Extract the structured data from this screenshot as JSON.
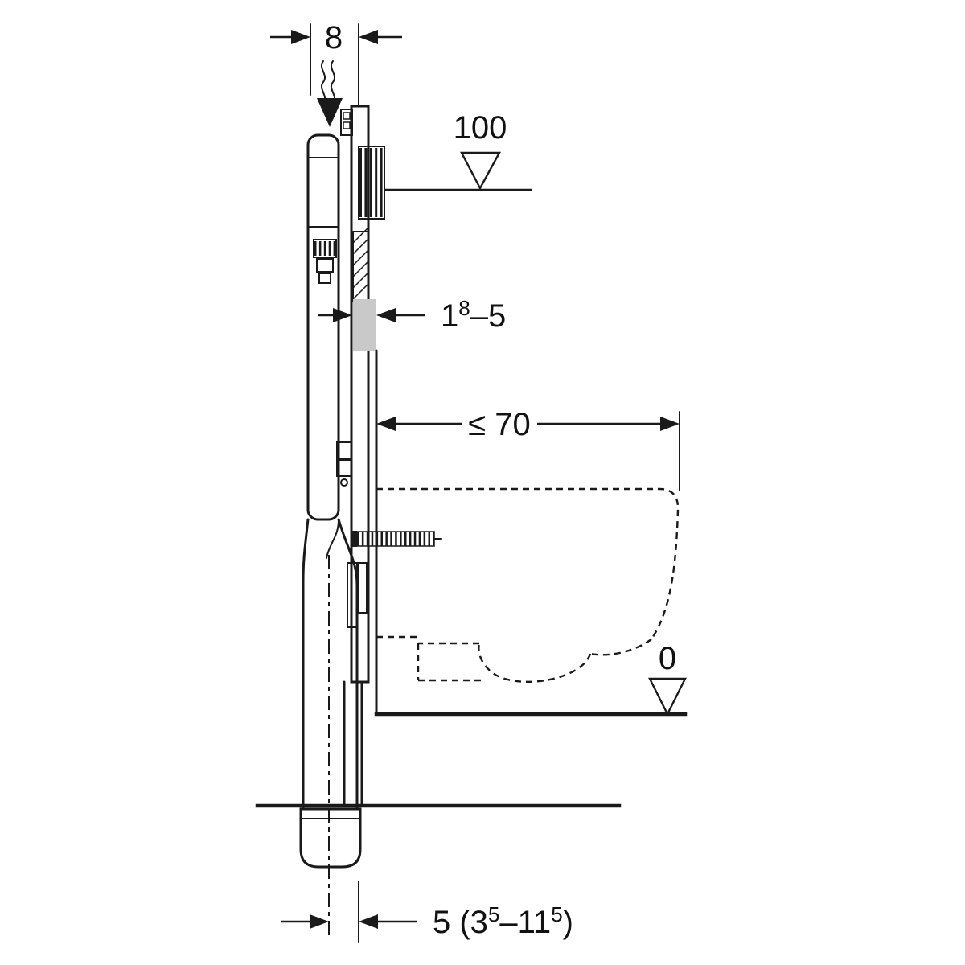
{
  "dimensions": {
    "top_width": "8",
    "level_top": "100",
    "wall_finish": {
      "base": "1",
      "sup": "8",
      "tail": "–5"
    },
    "max_depth": "≤ 70",
    "level_floor": "0",
    "outlet": {
      "p1": "5 (3",
      "s1": "5",
      "p2": "–11",
      "s2": "5",
      "p3": ")"
    }
  },
  "colors": {
    "line": "#1a1a1a",
    "wall_fill": "#c9c9c9"
  }
}
